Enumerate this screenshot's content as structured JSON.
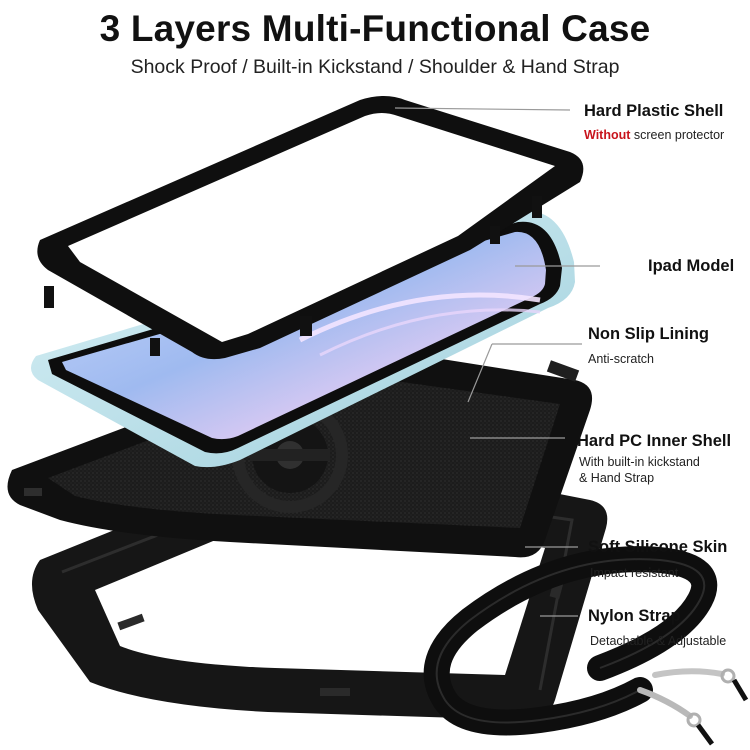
{
  "header": {
    "title": "3 Layers Multi-Functional Case",
    "subtitle": "Shock Proof / Built-in Kickstand / Shoulder & Hand Strap"
  },
  "labels": {
    "hard_plastic_shell": {
      "title": "Hard Plastic Shell",
      "sub_emphasis": "Without",
      "sub_rest": " screen protector"
    },
    "ipad_model": {
      "title": "Ipad Model"
    },
    "non_slip_lining": {
      "title": "Non Slip Lining",
      "sub": "Anti-scratch"
    },
    "hard_pc_inner_shell": {
      "title": "Hard PC Inner Shell",
      "sub_line1": "With built-in kickstand",
      "sub_line2": "& Hand Strap"
    },
    "soft_silicone_skin": {
      "title": "Soft Silicone Skin",
      "sub": "Impact resistant"
    },
    "nylon_strap": {
      "title": "Nylon Strap",
      "sub": "Detachable & Adjustable"
    }
  },
  "colors": {
    "accent_red": "#c8141c",
    "case_black": "#141414",
    "screen_blue": "#a9c4f0",
    "tablet_frame": "#bfe4ee"
  }
}
